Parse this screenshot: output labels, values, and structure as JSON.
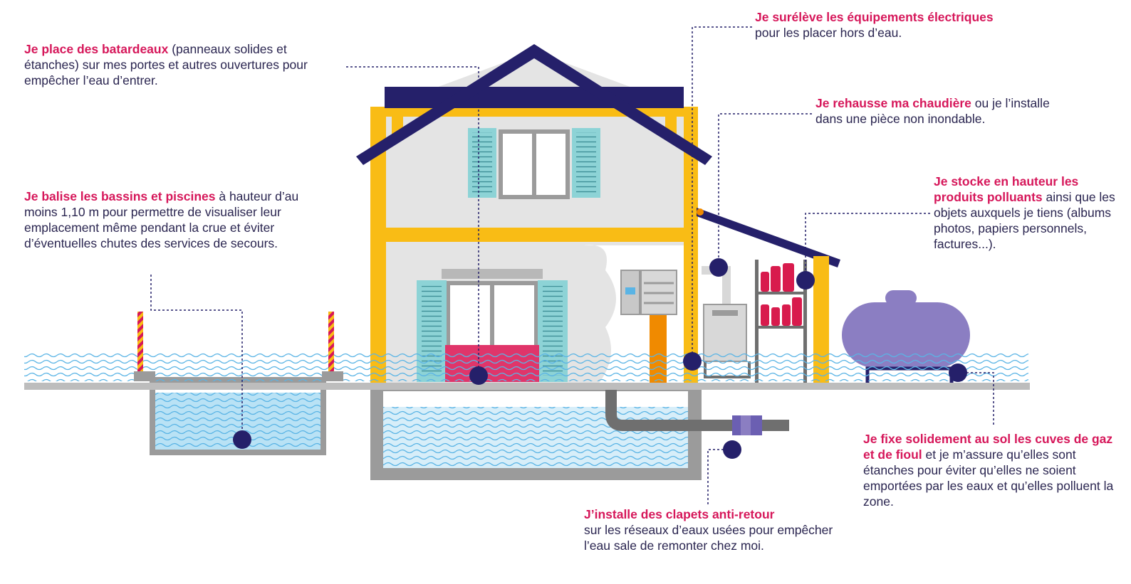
{
  "notes": {
    "batardeaux": {
      "highlight": "Je place des batardeaux",
      "text": " (panneaux solides et étanches) sur mes portes et autres ouvertures pour empêcher l’eau d’entrer."
    },
    "bassins": {
      "highlight": "Je balise les bassins et piscines",
      "text": " à hauteur d’au moins 1,10 m pour permettre de visualiser leur emplacement même pendant la crue et éviter d’éventuelles chutes des services de secours."
    },
    "electrique": {
      "highlight": "Je surélève les équipements électriques",
      "text": "pour les placer hors d’eau."
    },
    "chaudiere": {
      "highlight": "Je rehausse ma chaudière",
      "text": " ou je l’installe dans une pièce non inondable."
    },
    "polluants": {
      "highlight": "Je stocke en hauteur les produits polluants",
      "text": " ainsi que les objets auxquels je tiens (albums photos, papiers personnels, factures...)."
    },
    "cuves": {
      "highlight": "Je fixe solidement au sol les cuves de gaz et de fioul",
      "text": " et je m’assure qu’elles sont étanches pour éviter qu’elles ne soient emportées par les eaux et qu’elles polluent la zone."
    },
    "clapets": {
      "highlight": "J’installe des clapets anti-retour",
      "text": "sur les réseaux d’eaux usées pour empêcher l’eau sale de remonter chez moi."
    }
  },
  "colors": {
    "navy": "#25206a",
    "magenta": "#d6175a",
    "yellow": "#f9bc15",
    "water": "#b9e2f5",
    "wave": "#5ab4e5",
    "teal": "#8dd3d6",
    "grey": "#9b9b9b",
    "wall": "#e4e4e4",
    "purple": "#8b7ec2",
    "bottle": "#d81b4d",
    "orange": "#f08a00"
  }
}
